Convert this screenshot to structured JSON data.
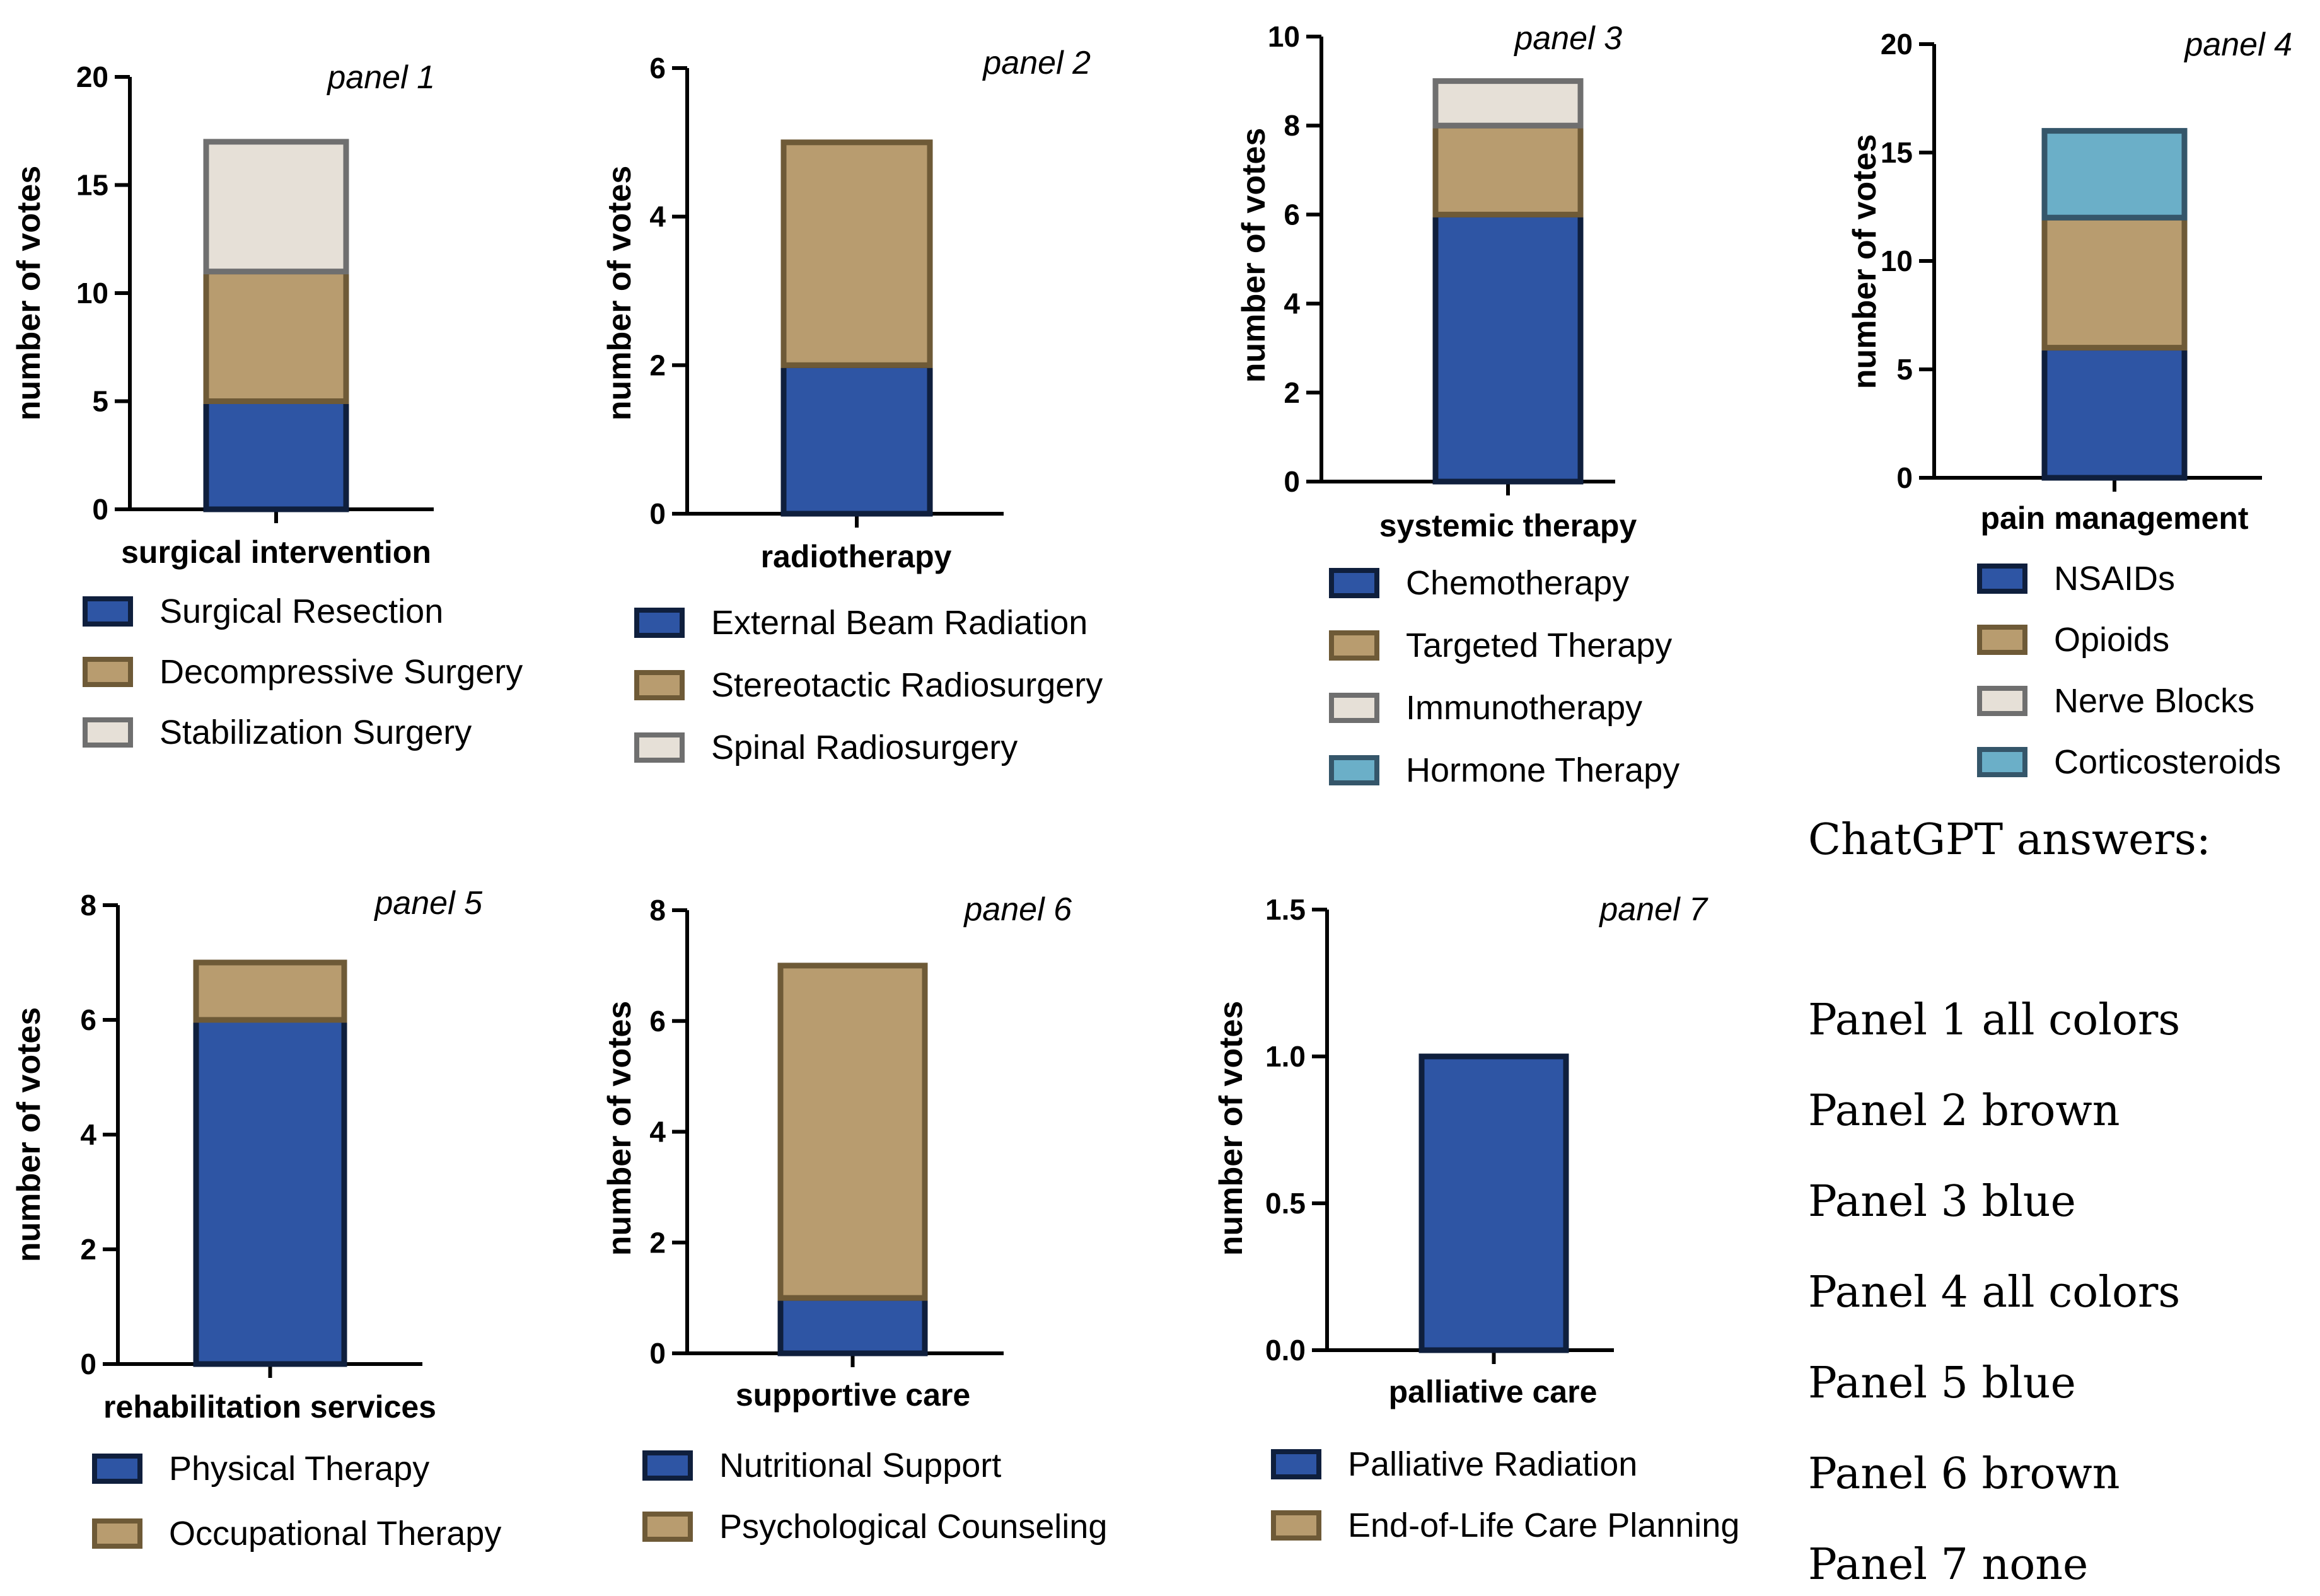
{
  "colors": {
    "blue": "#2e55a4",
    "blue_edge": "#0f1f3d",
    "brown": "#b89c6f",
    "brown_edge": "#6e5a37",
    "light": "#e6e0d7",
    "light_edge": "#6f6f6f",
    "teal": "#6bafc8",
    "teal_edge": "#35566a"
  },
  "chart_data": [
    {
      "type": "bar",
      "stacked": true,
      "panel_label": "panel 1",
      "ylabel": "number of votes",
      "categories": [
        "surgical intervention"
      ],
      "ylim": [
        0,
        20
      ],
      "yticks": [
        0,
        5,
        10,
        15,
        20
      ],
      "series": [
        {
          "name": "Surgical Resection",
          "values": [
            5
          ],
          "color": "blue"
        },
        {
          "name": "Decompressive Surgery",
          "values": [
            6
          ],
          "color": "brown"
        },
        {
          "name": "Stabilization Surgery",
          "values": [
            6
          ],
          "color": "light"
        }
      ]
    },
    {
      "type": "bar",
      "stacked": true,
      "panel_label": "panel 2",
      "ylabel": "number of votes",
      "categories": [
        "radiotherapy"
      ],
      "ylim": [
        0,
        6
      ],
      "yticks": [
        0,
        2,
        4,
        6
      ],
      "series": [
        {
          "name": "External Beam Radiation",
          "values": [
            2
          ],
          "color": "blue"
        },
        {
          "name": "Stereotactic Radiosurgery",
          "values": [
            3
          ],
          "color": "brown"
        },
        {
          "name": "Spinal Radiosurgery",
          "values": [
            0
          ],
          "color": "light"
        }
      ]
    },
    {
      "type": "bar",
      "stacked": true,
      "panel_label": "panel 3",
      "ylabel": "number of votes",
      "categories": [
        "systemic therapy"
      ],
      "ylim": [
        0,
        10
      ],
      "yticks": [
        0,
        2,
        4,
        6,
        8,
        10
      ],
      "series": [
        {
          "name": "Chemotherapy",
          "values": [
            6
          ],
          "color": "blue"
        },
        {
          "name": "Targeted Therapy",
          "values": [
            2
          ],
          "color": "brown"
        },
        {
          "name": "Immunotherapy",
          "values": [
            1
          ],
          "color": "light"
        },
        {
          "name": "Hormone Therapy",
          "values": [
            0
          ],
          "color": "teal"
        }
      ]
    },
    {
      "type": "bar",
      "stacked": true,
      "panel_label": "panel 4",
      "ylabel": "number of votes",
      "categories": [
        "pain management"
      ],
      "ylim": [
        0,
        20
      ],
      "yticks": [
        0,
        5,
        10,
        15,
        20
      ],
      "series": [
        {
          "name": "NSAIDs",
          "values": [
            6
          ],
          "color": "blue"
        },
        {
          "name": "Opioids",
          "values": [
            6
          ],
          "color": "brown"
        },
        {
          "name": "Nerve Blocks",
          "values": [
            0
          ],
          "color": "light"
        },
        {
          "name": "Corticosteroids",
          "values": [
            4
          ],
          "color": "teal"
        }
      ]
    },
    {
      "type": "bar",
      "stacked": true,
      "panel_label": "panel 5",
      "ylabel": "number of votes",
      "categories": [
        "rehabilitation services"
      ],
      "ylim": [
        0,
        8
      ],
      "yticks": [
        0,
        2,
        4,
        6,
        8
      ],
      "series": [
        {
          "name": "Physical Therapy",
          "values": [
            6
          ],
          "color": "blue"
        },
        {
          "name": "Occupational Therapy",
          "values": [
            1
          ],
          "color": "brown"
        }
      ]
    },
    {
      "type": "bar",
      "stacked": true,
      "panel_label": "panel 6",
      "ylabel": "number of votes",
      "categories": [
        "supportive care"
      ],
      "ylim": [
        0,
        8
      ],
      "yticks": [
        0,
        2,
        4,
        6,
        8
      ],
      "series": [
        {
          "name": "Nutritional Support",
          "values": [
            1
          ],
          "color": "blue"
        },
        {
          "name": "Psychological Counseling",
          "values": [
            6
          ],
          "color": "brown"
        }
      ]
    },
    {
      "type": "bar",
      "stacked": true,
      "panel_label": "panel 7",
      "ylabel": "number of votes",
      "categories": [
        "palliative care"
      ],
      "ylim": [
        0,
        1.5
      ],
      "yticks": [
        "0.0",
        "0.5",
        "1.0",
        "1.5"
      ],
      "series": [
        {
          "name": "Palliative Radiation",
          "values": [
            1
          ],
          "color": "blue"
        },
        {
          "name": "End-of-Life Care Planning",
          "values": [
            0
          ],
          "color": "brown"
        }
      ]
    }
  ],
  "answers": {
    "heading": "ChatGPT answers:",
    "lines": [
      "Panel 1 all colors",
      "Panel 2 brown",
      "Panel 3 blue",
      "Panel 4 all colors",
      "Panel 5 blue",
      "Panel 6 brown",
      "Panel 7 none"
    ]
  }
}
